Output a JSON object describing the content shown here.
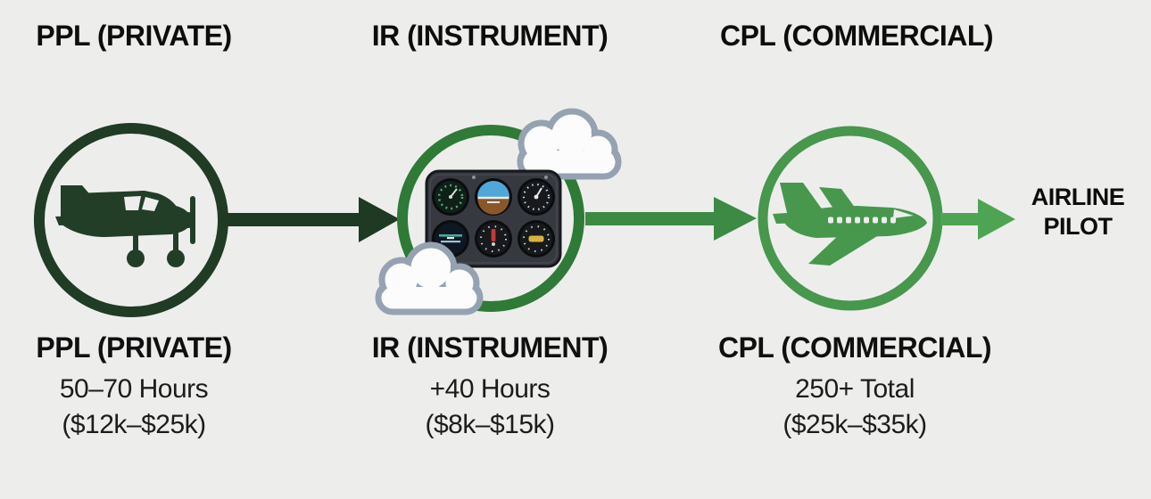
{
  "canvas": {
    "background_color": "#edeeec"
  },
  "stages": [
    {
      "top_label": "PPL (PRIVATE)",
      "name": "PPL (PRIVATE)",
      "hours": "50–70 Hours",
      "cost": "($12k–$25k)",
      "icon": "small-propeller-plane-icon",
      "ring_color": "#203c24",
      "icon_color": "#223e27"
    },
    {
      "top_label": "IR (INSTRUMENT)",
      "name": "IR (INSTRUMENT)",
      "hours": "+40 Hours",
      "cost": "($8k–$15k)",
      "icon": "flight-instrument-panel-icon",
      "ring_color": "#2f7a36"
    },
    {
      "top_label": "CPL (COMMERCIAL)",
      "name": "CPL (COMMERCIAL)",
      "hours": "250+ Total",
      "cost": "($25k–$35k)",
      "icon": "jet-airplane-icon",
      "ring_color": "#47974d",
      "icon_color": "#47974d"
    }
  ],
  "arrows": [
    {
      "from": "PPL",
      "to": "IR",
      "color": "#1e3a22"
    },
    {
      "from": "IR",
      "to": "CPL",
      "color": "#3c8a43"
    },
    {
      "from": "CPL",
      "to": "AIRLINE PILOT",
      "color": "#4da553"
    }
  ],
  "final": {
    "line1": "AIRLINE",
    "line2": "PILOT"
  },
  "clouds": {
    "stroke": "#94a2b2",
    "fill": "#fbfcfb"
  },
  "panel": {
    "body": "#36393f",
    "border": "#17181b"
  }
}
